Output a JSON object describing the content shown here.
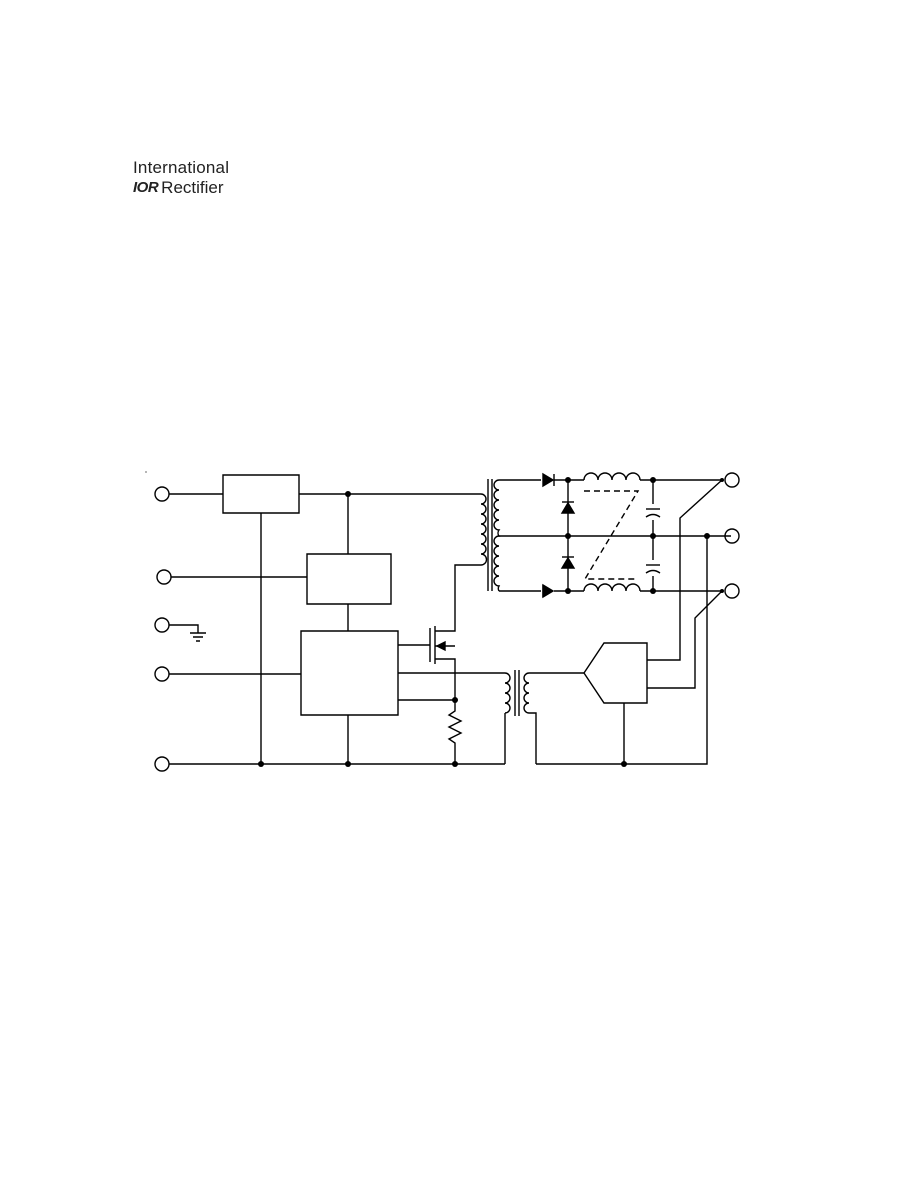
{
  "logo": {
    "line1": "International",
    "mark": "IOR",
    "line2": "Rectifier"
  },
  "diagram": {
    "type": "schematic",
    "colors": {
      "stroke": "#000000",
      "background": "#ffffff"
    }
  }
}
